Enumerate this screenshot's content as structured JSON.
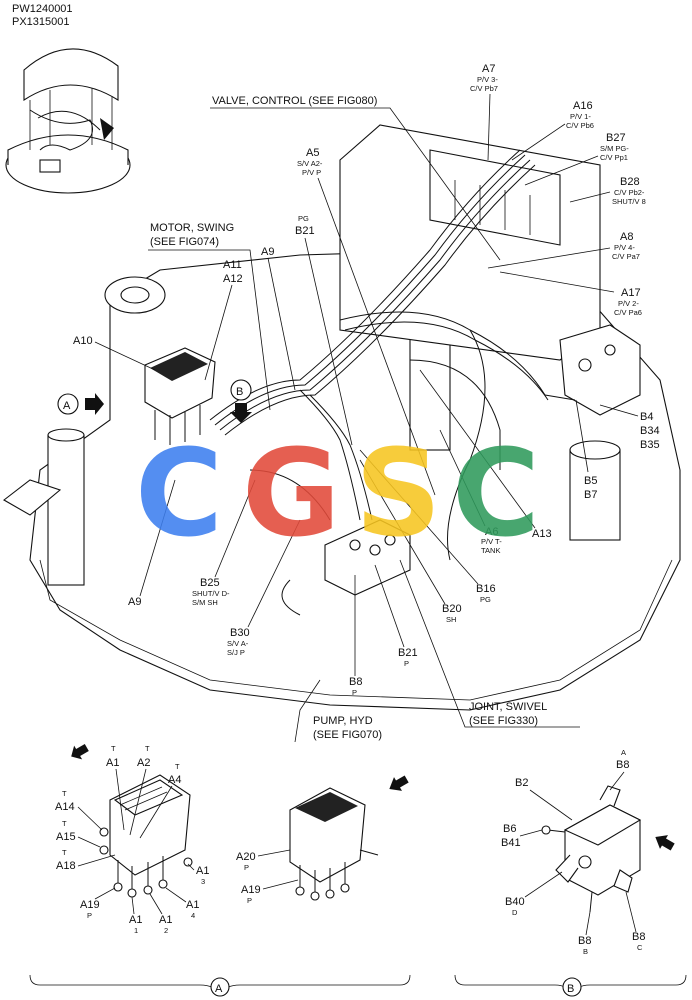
{
  "header": {
    "model_line1": "PW1240001",
    "model_line2": "PX1315001"
  },
  "notes": {
    "valve_control": "VALVE, CONTROL (SEE FIG080)",
    "motor_swing_1": "MOTOR, SWING",
    "motor_swing_2": "(SEE FIG074)",
    "pump_hyd_1": "PUMP, HYD",
    "pump_hyd_2": "(SEE FIG070)",
    "joint_swivel_1": "JOINT, SWIVEL",
    "joint_swivel_2": "(SEE FIG330)"
  },
  "callouts": {
    "A7": {
      "code": "A7",
      "l1": "P/V 3-",
      "l2": "C/V Pb7"
    },
    "A16": {
      "code": "A16",
      "l1": "P/V 1-",
      "l2": "C/V Pb6"
    },
    "B27": {
      "code": "B27",
      "l1": "S/M PG-",
      "l2": "C/V Pp1"
    },
    "B28": {
      "code": "B28",
      "l1": "C/V Pb2-",
      "l2": "SHUT/V 8"
    },
    "A5": {
      "code": "A5",
      "l1": "S/V A2-",
      "l2": "P/V P"
    },
    "A8": {
      "code": "A8",
      "l1": "P/V 4-",
      "l2": "C/V Pa7"
    },
    "A17": {
      "code": "A17",
      "l1": "P/V 2-",
      "l2": "C/V Pa6"
    },
    "B21_top": {
      "pre": "PG",
      "code": "B21"
    },
    "A9_top": "A9",
    "A11": "A11",
    "A12": "A12",
    "A10": "A10",
    "B4": "B4",
    "B34": "B34",
    "B35": "B35",
    "B5": "B5",
    "B7": "B7",
    "A6": {
      "code": "A6",
      "l1": "P/V T-",
      "l2": "TANK"
    },
    "A13": "A13",
    "B16": {
      "code": "B16",
      "sub": "PG"
    },
    "B20": {
      "code": "B20",
      "sub": "SH"
    },
    "B21_bot": {
      "code": "B21",
      "sub": "P"
    },
    "B8_main": {
      "code": "B8",
      "sub": "P"
    },
    "B25": {
      "code": "B25",
      "l1": "SHUT/V D-",
      "l2": "S/M SH"
    },
    "B30": {
      "code": "B30",
      "l1": "S/V A-",
      "l2": "S/J P"
    },
    "A9_bot": "A9"
  },
  "view_markers": {
    "a": "A",
    "b": "B"
  },
  "detail_a": {
    "left": [
      {
        "pre": "T",
        "code": "A1"
      },
      {
        "pre": "T",
        "code": "A2"
      },
      {
        "pre": "T",
        "code": "A4"
      },
      {
        "pre": "T",
        "code": "A14"
      },
      {
        "pre": "T",
        "code": "A15"
      },
      {
        "pre": "T",
        "code": "A18"
      },
      {
        "code": "A1",
        "sub": "3"
      },
      {
        "code": "A19",
        "sub": "P"
      },
      {
        "code": "A1",
        "sub": "1"
      },
      {
        "code": "A1",
        "sub": "2"
      },
      {
        "code": "A1",
        "sub": "4"
      }
    ],
    "right": [
      {
        "code": "A20",
        "sub": "P"
      },
      {
        "code": "A19",
        "sub": "P"
      }
    ]
  },
  "detail_b": [
    {
      "pre": "A",
      "code": "B8"
    },
    {
      "code": "B2"
    },
    {
      "code": "B6"
    },
    {
      "code": "B41"
    },
    {
      "code": "B40",
      "sub": "D"
    },
    {
      "code": "B8",
      "sub": "B"
    },
    {
      "code": "B8",
      "sub": "C"
    }
  ],
  "watermark": {
    "c1": "C",
    "g": "G",
    "s": "S",
    "c2": "C",
    "colors": {
      "c1": "#3d7ff0",
      "g": "#e24a3a",
      "s": "#f7c520",
      "c2": "#2f9a5c"
    }
  }
}
